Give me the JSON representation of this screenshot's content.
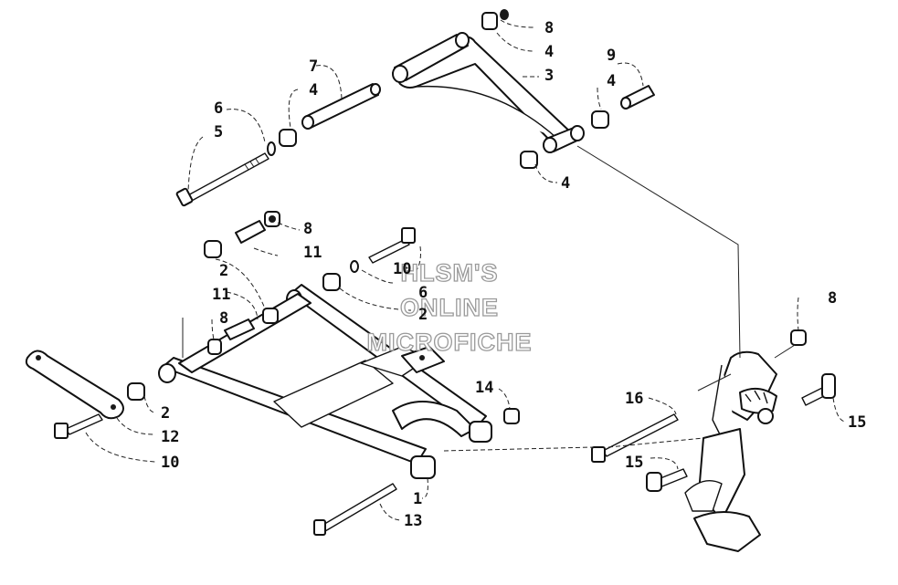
{
  "callouts": {
    "c1": "1",
    "c2a": "2",
    "c2b": "2",
    "c2c": "2",
    "c3": "3",
    "c4a": "4",
    "c4b": "4",
    "c4c": "4",
    "c4d": "4",
    "c5": "5",
    "c6a": "6",
    "c6b": "6",
    "c7": "7",
    "c8a": "8",
    "c8b": "8",
    "c8c": "8",
    "c8d": "8",
    "c9": "9",
    "c10a": "10",
    "c10b": "10",
    "c11a": "11",
    "c11b": "11",
    "c12": "12",
    "c13": "13",
    "c14": "14",
    "c15a": "15",
    "c15b": "15",
    "c16": "16"
  },
  "watermark": {
    "line1": "HLSM'S",
    "line2": "ONLINE",
    "line3": "MICROFICHE"
  }
}
